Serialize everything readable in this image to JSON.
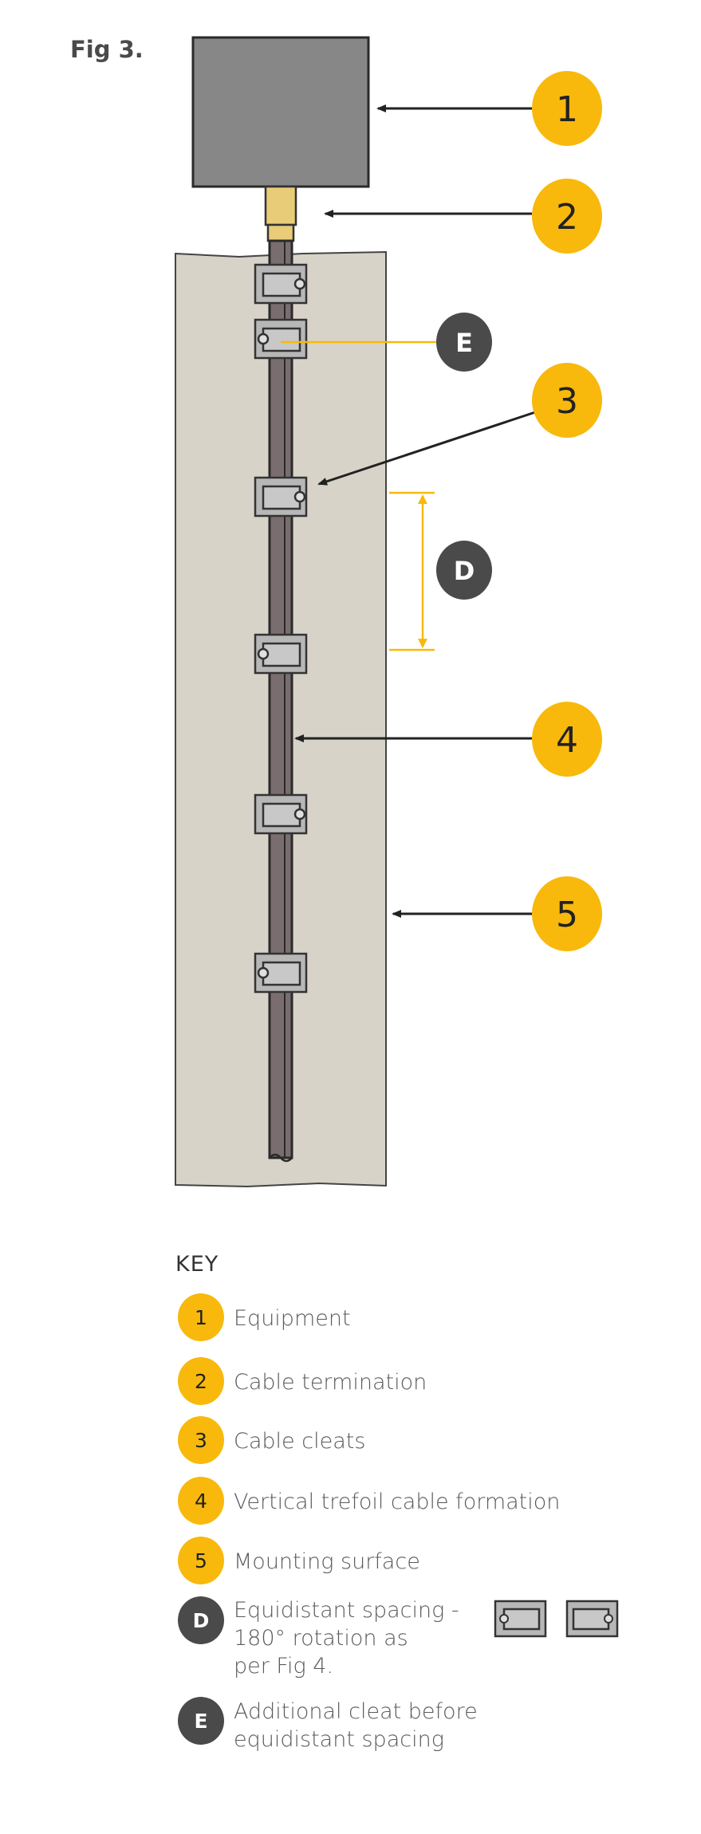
{
  "figure": {
    "title": "Fig 3."
  },
  "callouts": {
    "c1": "1",
    "c2": "2",
    "c3": "3",
    "c4": "4",
    "c5": "5",
    "cD": "D",
    "cE": "E"
  },
  "key": {
    "title": "KEY",
    "items": [
      {
        "badge": "1",
        "label": "Equipment"
      },
      {
        "badge": "2",
        "label": "Cable termination"
      },
      {
        "badge": "3",
        "label": "Cable cleats"
      },
      {
        "badge": "4",
        "label": "Vertical trefoil cable formation"
      },
      {
        "badge": "5",
        "label": "Mounting surface"
      },
      {
        "badge": "D",
        "lines": [
          "Equidistant spacing -",
          "180° rotation as",
          "per Fig 4."
        ]
      },
      {
        "badge": "E",
        "lines": [
          "Additional cleat before",
          "equidistant spacing"
        ]
      }
    ]
  },
  "colors": {
    "yellow": "#f8b90c",
    "dark": "#4a4a4a",
    "wall": "#d8d3c9",
    "equipment": "#878787",
    "cable": "#7a6d70"
  }
}
